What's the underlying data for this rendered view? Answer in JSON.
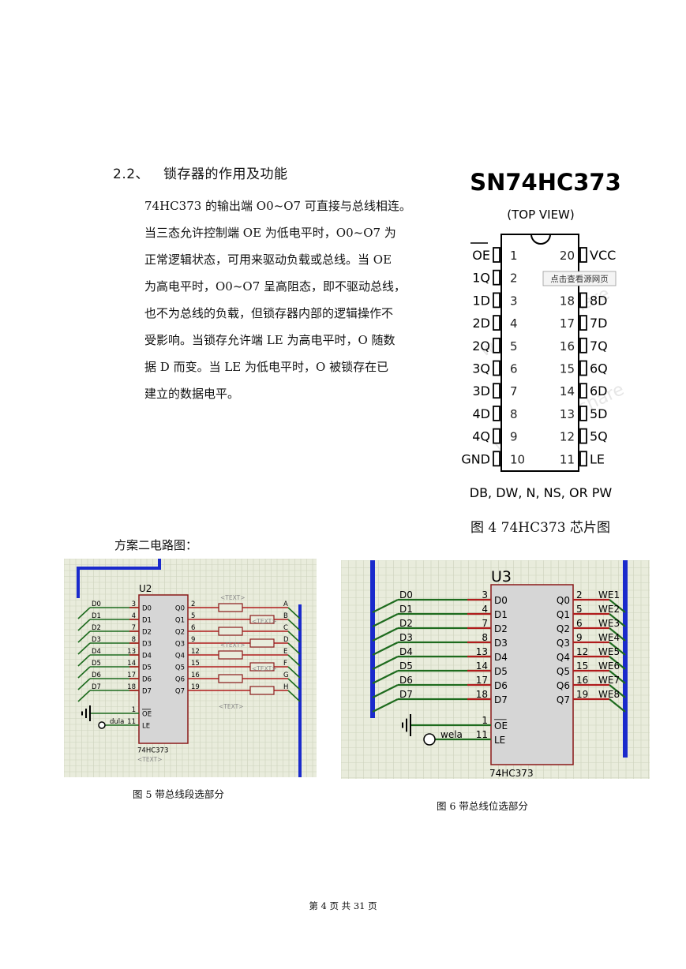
{
  "section": {
    "number": "2.2、",
    "title": "锁存器的作用及功能"
  },
  "paragraph": [
    "74HC373 的输出端 O0~O7 可直接与总线相连。",
    "当三态允许控制端 OE 为低电平时，O0~O7 为",
    "正常逻辑状态，可用来驱动负载或总线。当 OE",
    "为高电平时，O0~O7 呈高阻态，即不驱动总线，",
    "也不为总线的负载，但锁存器内部的逻辑操作不",
    "受影响。当锁存允许端 LE 为高电平时，O 随数",
    "据 D 而变。当 LE 为低电平时，O 被锁存在已",
    "建立的数据电平。"
  ],
  "chip_figure": {
    "title": "SN74HC373",
    "subtitle": "(TOP VIEW)",
    "left_pins": [
      {
        "name": "OE",
        "num": "1"
      },
      {
        "name": "1Q",
        "num": "2"
      },
      {
        "name": "1D",
        "num": "3"
      },
      {
        "name": "2D",
        "num": "4"
      },
      {
        "name": "2Q",
        "num": "5"
      },
      {
        "name": "3Q",
        "num": "6"
      },
      {
        "name": "3D",
        "num": "7"
      },
      {
        "name": "4D",
        "num": "8"
      },
      {
        "name": "4Q",
        "num": "9"
      },
      {
        "name": "GND",
        "num": "10"
      }
    ],
    "right_pins": [
      {
        "name": "VCC",
        "num": "20"
      },
      {
        "name": "",
        "num": ""
      },
      {
        "name": "8D",
        "num": "18"
      },
      {
        "name": "7D",
        "num": "17"
      },
      {
        "name": "7Q",
        "num": "16"
      },
      {
        "name": "6Q",
        "num": "15"
      },
      {
        "name": "6D",
        "num": "14"
      },
      {
        "name": "5D",
        "num": "13"
      },
      {
        "name": "5Q",
        "num": "12"
      },
      {
        "name": "LE",
        "num": "11"
      }
    ],
    "tooltip": "点击查看源网页",
    "packages": "DB, DW, N, NS, OR PW",
    "watermark": "www.waveshare"
  },
  "fig4_caption": "图 4    74HC373 芯片图",
  "plan_label": "方案二电路图：",
  "schematic5": {
    "chip_ref": "U2",
    "chip_part": "74HC373",
    "text_tag": "<TEXT>",
    "inputs": [
      "D0",
      "D1",
      "D2",
      "D3",
      "D4",
      "D5",
      "D6",
      "D7"
    ],
    "input_pins": [
      "3",
      "4",
      "7",
      "8",
      "13",
      "14",
      "17",
      "18"
    ],
    "d_labels": [
      "D0",
      "D1",
      "D2",
      "D3",
      "D4",
      "D5",
      "D6",
      "D7"
    ],
    "q_labels": [
      "Q0",
      "Q1",
      "Q2",
      "Q3",
      "Q4",
      "Q5",
      "Q6",
      "Q7"
    ],
    "output_pins": [
      "2",
      "5",
      "6",
      "9",
      "12",
      "15",
      "16",
      "19"
    ],
    "outputs": [
      "A",
      "B",
      "C",
      "D",
      "E",
      "F",
      "G",
      "H"
    ],
    "oe_pin": "1",
    "le_pin": "11",
    "oe_label": "OE",
    "le_label": "LE",
    "le_net": "dula"
  },
  "fig5_caption": "图 5 带总线段选部分",
  "schematic6": {
    "chip_ref": "U3",
    "chip_part": "74HC373",
    "inputs": [
      "D0",
      "D1",
      "D2",
      "D3",
      "D4",
      "D5",
      "D6",
      "D7"
    ],
    "input_pins": [
      "3",
      "4",
      "7",
      "8",
      "13",
      "14",
      "17",
      "18"
    ],
    "d_labels": [
      "D0",
      "D1",
      "D2",
      "D3",
      "D4",
      "D5",
      "D6",
      "D7"
    ],
    "q_labels": [
      "Q0",
      "Q1",
      "Q2",
      "Q3",
      "Q4",
      "Q5",
      "Q6",
      "Q7"
    ],
    "output_pins": [
      "2",
      "5",
      "6",
      "9",
      "12",
      "15",
      "16",
      "19"
    ],
    "outputs": [
      "WE1",
      "WE2",
      "WE3",
      "WE4",
      "WE5",
      "WE6",
      "WE7",
      "WE8"
    ],
    "oe_pin": "1",
    "le_pin": "11",
    "oe_label": "OE",
    "le_label": "LE",
    "le_net": "wela"
  },
  "fig6_caption": "图 6 带总线位选部分",
  "footer": "第 4 页 共 31 页",
  "colors": {
    "grid_bg": "#e9ecdc",
    "grid_line": "#cdd3bd",
    "bus": "#1a2acc",
    "wire": "#1e6b1e",
    "chip_fill": "#d6d6d6",
    "chip_border": "#8b1a1a",
    "pin": "#b01c1c"
  }
}
